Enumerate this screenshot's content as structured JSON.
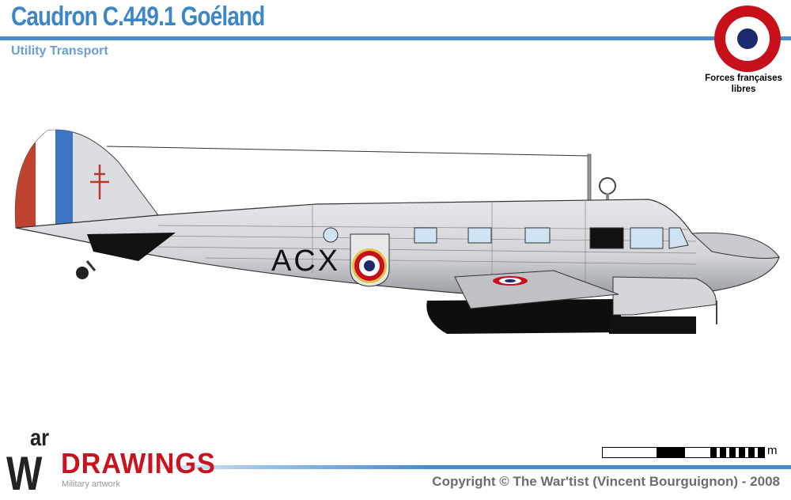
{
  "header": {
    "title": "Caudron C.449.1 Goéland",
    "subtitle": "Utility Transport"
  },
  "insignia": {
    "label": "Forces françaises libres",
    "colors": {
      "outer": "#c8101a",
      "middle": "#ffffff",
      "inner": "#1d2a6e"
    }
  },
  "aircraft": {
    "code": "ACX",
    "tail_stripe_colors": [
      "#c0432f",
      "#ffffff",
      "#3a76c4"
    ],
    "emblem": "cross-of-lorraine"
  },
  "footer": {
    "logo": {
      "line1": "ar",
      "letter": "W",
      "word": "DRAWINGS",
      "tagline": "Military artwork"
    },
    "scale_unit": "m",
    "copyright": "Copyright © The War'tist (Vincent Bourguignon) - 2008"
  },
  "colors": {
    "title": "#3d87c8",
    "accent_bar": "#4a8ccb",
    "logo_red": "#c8141e"
  }
}
